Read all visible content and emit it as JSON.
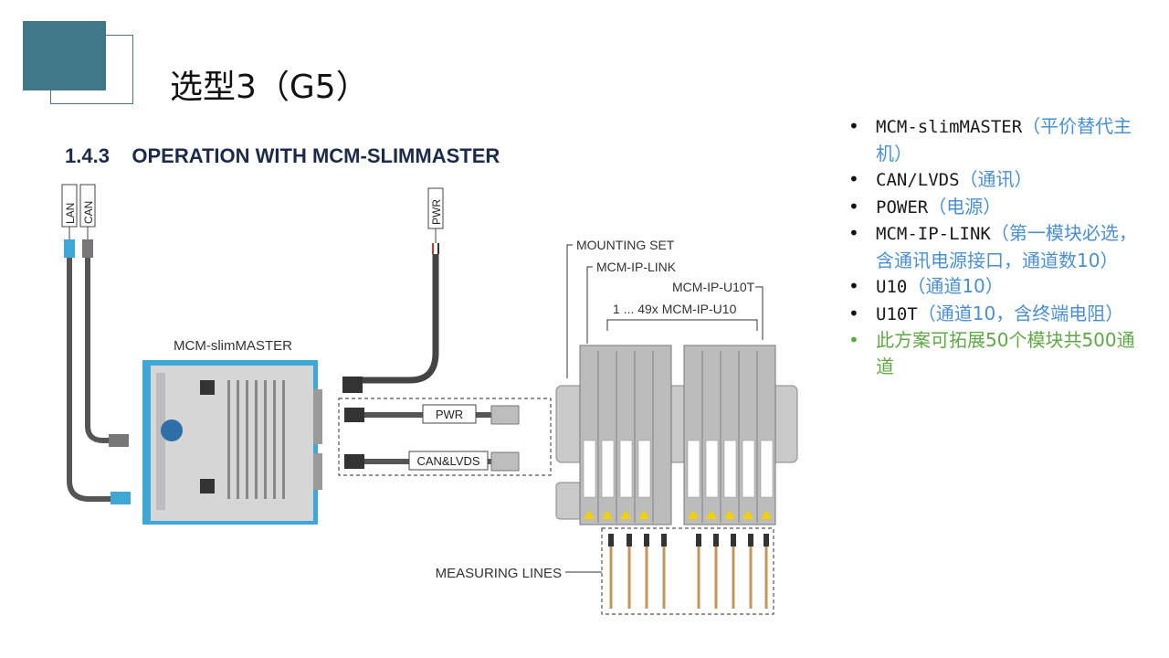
{
  "slide": {
    "title": "选型3（G5）"
  },
  "figure": {
    "heading": "1.4.3    OPERATION WITH MCM-SLIMMASTER",
    "labels": {
      "lan": "LAN",
      "can": "CAN",
      "pwr_top": "PWR",
      "master": "MCM-slimMASTER",
      "mounting_set": "MOUNTING SET",
      "ip_link": "MCM-IP-LINK",
      "u10t": "MCM-IP-U10T",
      "u10_range": "1 ... 49x MCM-IP-U10",
      "cable_pwr": "PWR",
      "cable_can": "CAN&LVDS",
      "measuring": "MEASURING LINES"
    }
  },
  "bullets": [
    {
      "en": "MCM-slimMASTER",
      "zh": "（平价替代主机）",
      "style": "normal"
    },
    {
      "en": "CAN/LVDS",
      "zh": "（通讯）",
      "style": "normal"
    },
    {
      "en": "POWER",
      "zh": "（电源）",
      "style": "normal"
    },
    {
      "en": "MCM-IP-LINK",
      "zh": "（第一模块必选，含通讯电源接口，通道数10）",
      "style": "normal"
    },
    {
      "en": "U10",
      "zh": "（通道10）",
      "style": "normal"
    },
    {
      "en": "U10T",
      "zh": "（通道10，含终端电阻）",
      "style": "normal"
    },
    {
      "en": "",
      "zh": "此方案可拓展50个模块共500通道",
      "style": "green"
    }
  ],
  "colors": {
    "accent": "#3e7889",
    "bullet_blue": "#4a8fd0",
    "bullet_green": "#5fa845"
  }
}
